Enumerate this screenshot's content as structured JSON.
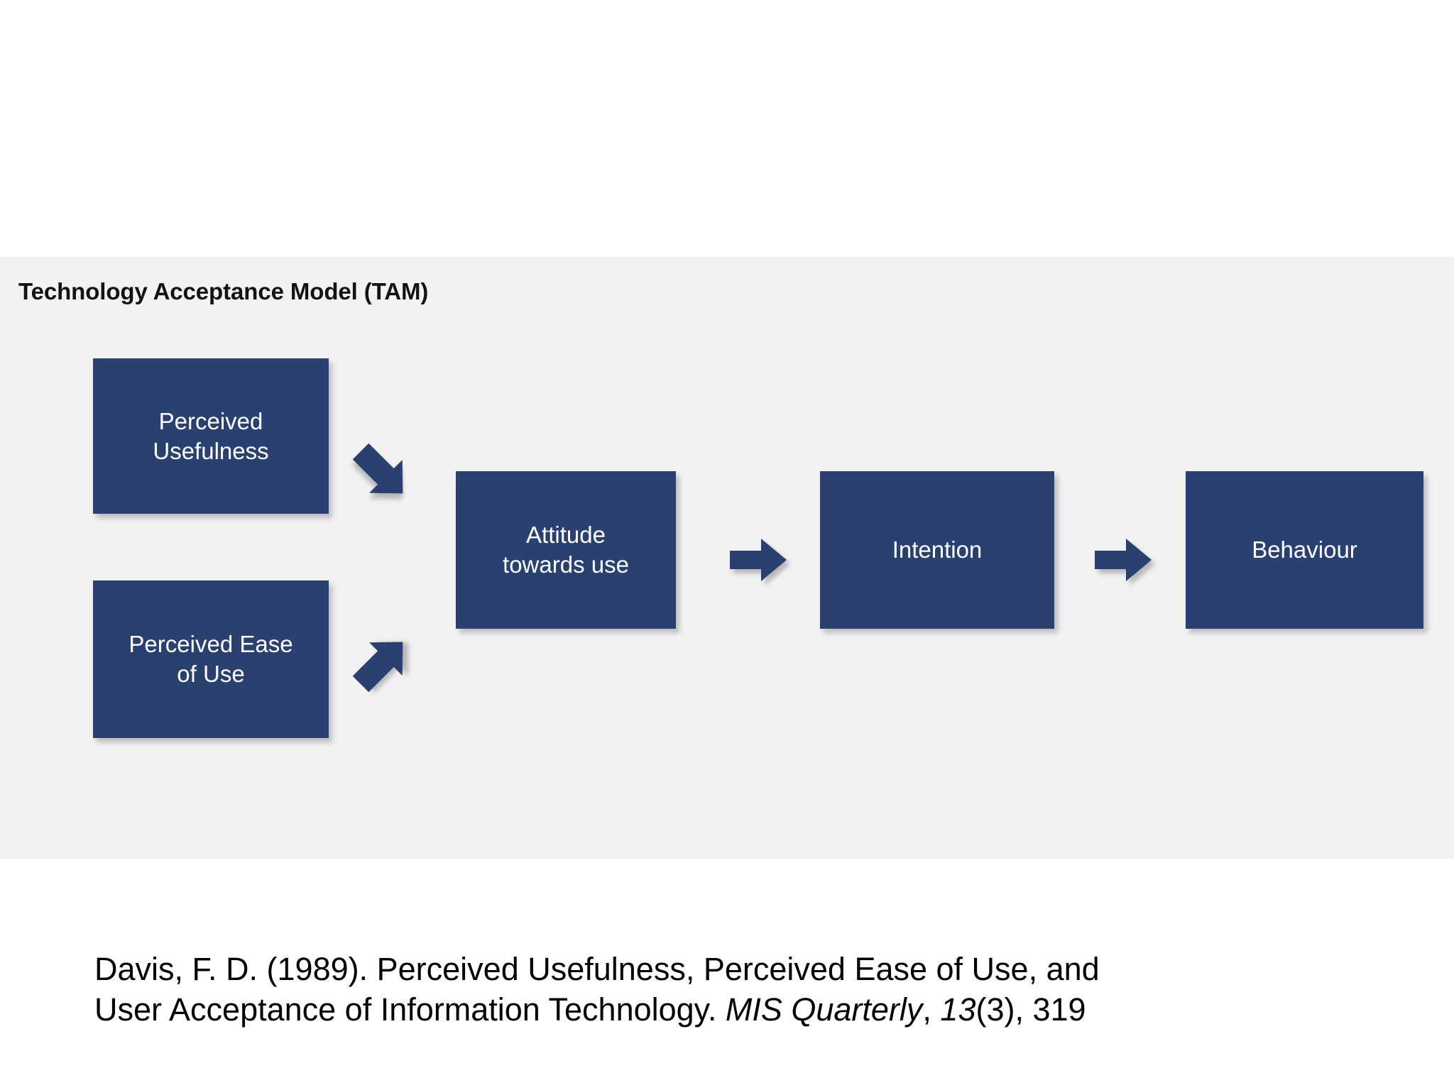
{
  "slide": {
    "title": "Technology Acceptance Model (TAM)",
    "accent_color": "#2a406e",
    "band_color": "#f2f1f3",
    "page_color": "#ffffff",
    "text_on_accent_color": "#ffffff"
  },
  "diagram": {
    "type": "flow-diagram",
    "nodes": [
      {
        "id": "perceived-usefulness",
        "label": "Perceived\nUsefulness",
        "line1": "Perceived",
        "line2": "Usefulness"
      },
      {
        "id": "perceived-ease-of-use",
        "label": "Perceived Ease\nof Use",
        "line1": "Perceived Ease",
        "line2": "of Use"
      },
      {
        "id": "attitude",
        "label": "Attitude\ntowards use",
        "line1": "Attitude",
        "line2": "towards use"
      },
      {
        "id": "intention",
        "label": "Intention",
        "line1": "Intention",
        "line2": ""
      },
      {
        "id": "behaviour",
        "label": "Behaviour",
        "line1": "Behaviour",
        "line2": ""
      }
    ],
    "edges": [
      {
        "from": "perceived-usefulness",
        "to": "attitude",
        "shape": "diagonal-down-right-arrow"
      },
      {
        "from": "perceived-ease-of-use",
        "to": "attitude",
        "shape": "diagonal-up-right-arrow"
      },
      {
        "from": "attitude",
        "to": "intention",
        "shape": "right-arrow"
      },
      {
        "from": "intention",
        "to": "behaviour",
        "shape": "right-arrow"
      }
    ]
  },
  "citation": {
    "line1_plain": "Davis, F. D. (1989). Perceived Usefulness, Perceived Ease of Use, and",
    "line2_plain": "User Acceptance of Information Technology. ",
    "journal_italic": "MIS Quarterly",
    "comma": ", ",
    "volume_italic": "13",
    "issue_and_page": "(3), 319"
  }
}
